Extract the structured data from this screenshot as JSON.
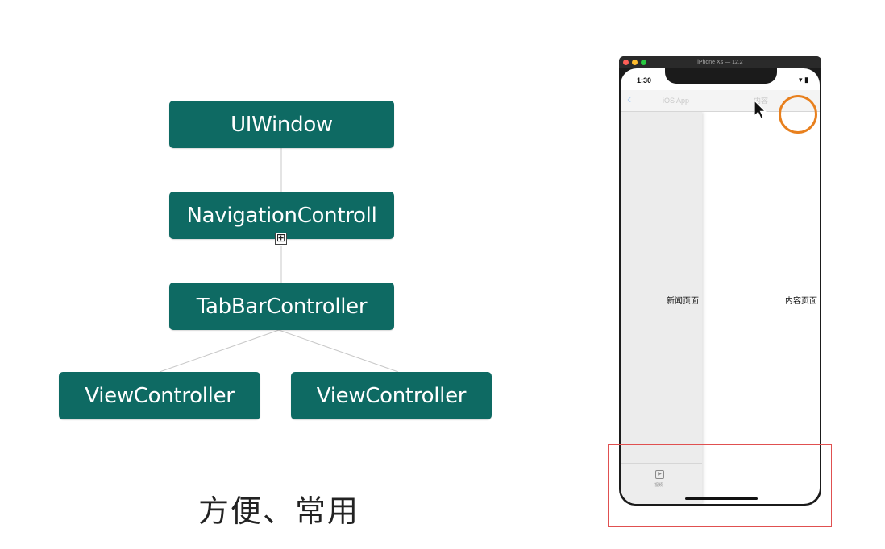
{
  "diagram": {
    "nodes": {
      "window": "UIWindow",
      "navigation": "NavigationControll",
      "tabbar": "TabBarController",
      "vc_left": "ViewController",
      "vc_right": "ViewController"
    },
    "expand_symbol": "⊞",
    "caption": "方便、常用"
  },
  "simulator": {
    "window_title": "iPhone Xs — 12.2",
    "status_time": "1:30",
    "status_icons": "▾ ▮",
    "nav": {
      "back_icon": "‹",
      "title": "iOS App",
      "right_item": "内容"
    },
    "left_page_label": "新闻页面",
    "right_page_label": "内容页面",
    "tab": {
      "icon_glyph": "▶",
      "label": "视频"
    }
  },
  "colors": {
    "node_fill": "#0e6a63",
    "connector": "#c8c8c8",
    "touch_ring": "#e8801e",
    "highlight_box": "#e05050"
  }
}
